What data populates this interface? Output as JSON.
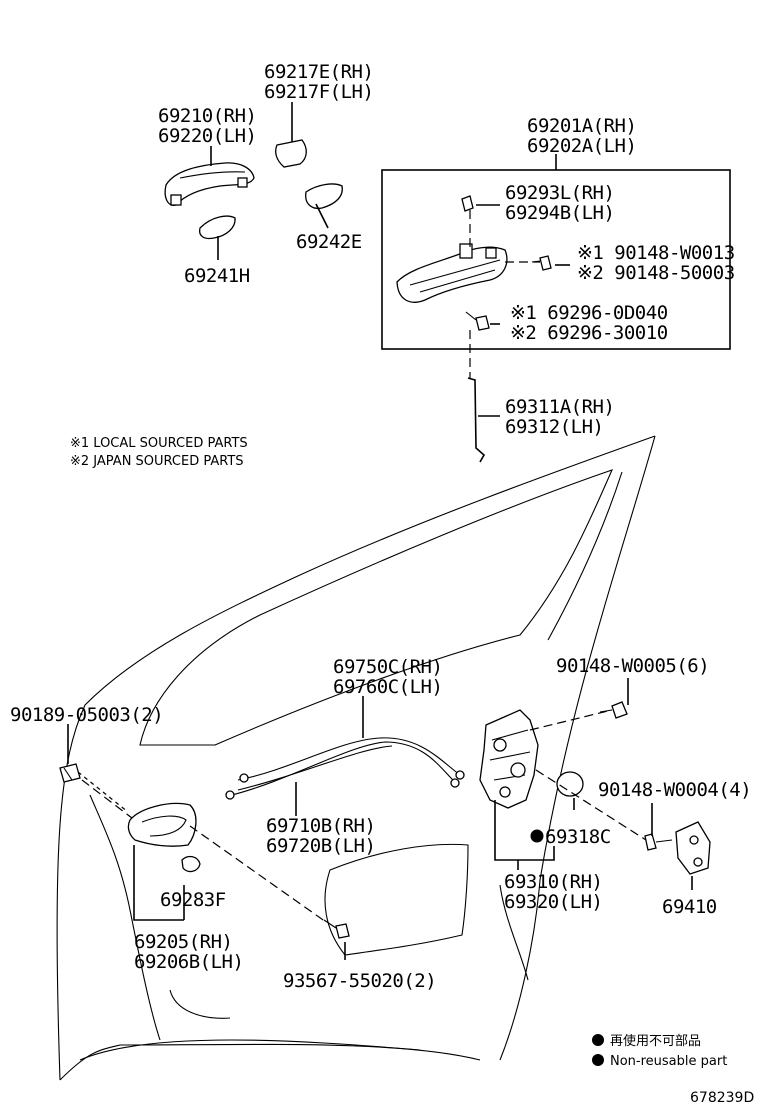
{
  "labels": {
    "p69217": [
      "69217E(RH)",
      "69217F(LH)"
    ],
    "p69210": [
      "69210(RH)",
      "69220(LH)"
    ],
    "p69201": [
      "69201A(RH)",
      "69202A(LH)"
    ],
    "p69293": [
      "69293L(RH)",
      "69294B(LH)"
    ],
    "p90148_top": [
      "※1 90148-W0013",
      "※2 90148-50003"
    ],
    "p69296": [
      "※1 69296-0D040",
      "※2 69296-30010"
    ],
    "p69242": "69242E",
    "p69241": "69241H",
    "p69311": [
      "69311A(RH)",
      "69312(LH)"
    ],
    "p69750": [
      "69750C(RH)",
      "69760C(LH)"
    ],
    "p90148_w0005": "90148-W0005(6)",
    "p90189": "90189-05003(2)",
    "p90148_w0004": "90148-W0004(4)",
    "p69710": [
      "69710B(RH)",
      "69720B(LH)"
    ],
    "p69318": "69318C",
    "p69283": "69283F",
    "p69310": [
      "69310(RH)",
      "69320(LH)"
    ],
    "p69410": "69410",
    "p69205": [
      "69205(RH)",
      "69206B(LH)"
    ],
    "p93567": "93567-55020(2)"
  },
  "notes": [
    "※1 LOCAL SOURCED PARTS",
    "※2 JAPAN SOURCED PARTS"
  ],
  "legend": [
    "再使用不可部品",
    "Non-reusable part"
  ],
  "figure_number": "678239D"
}
